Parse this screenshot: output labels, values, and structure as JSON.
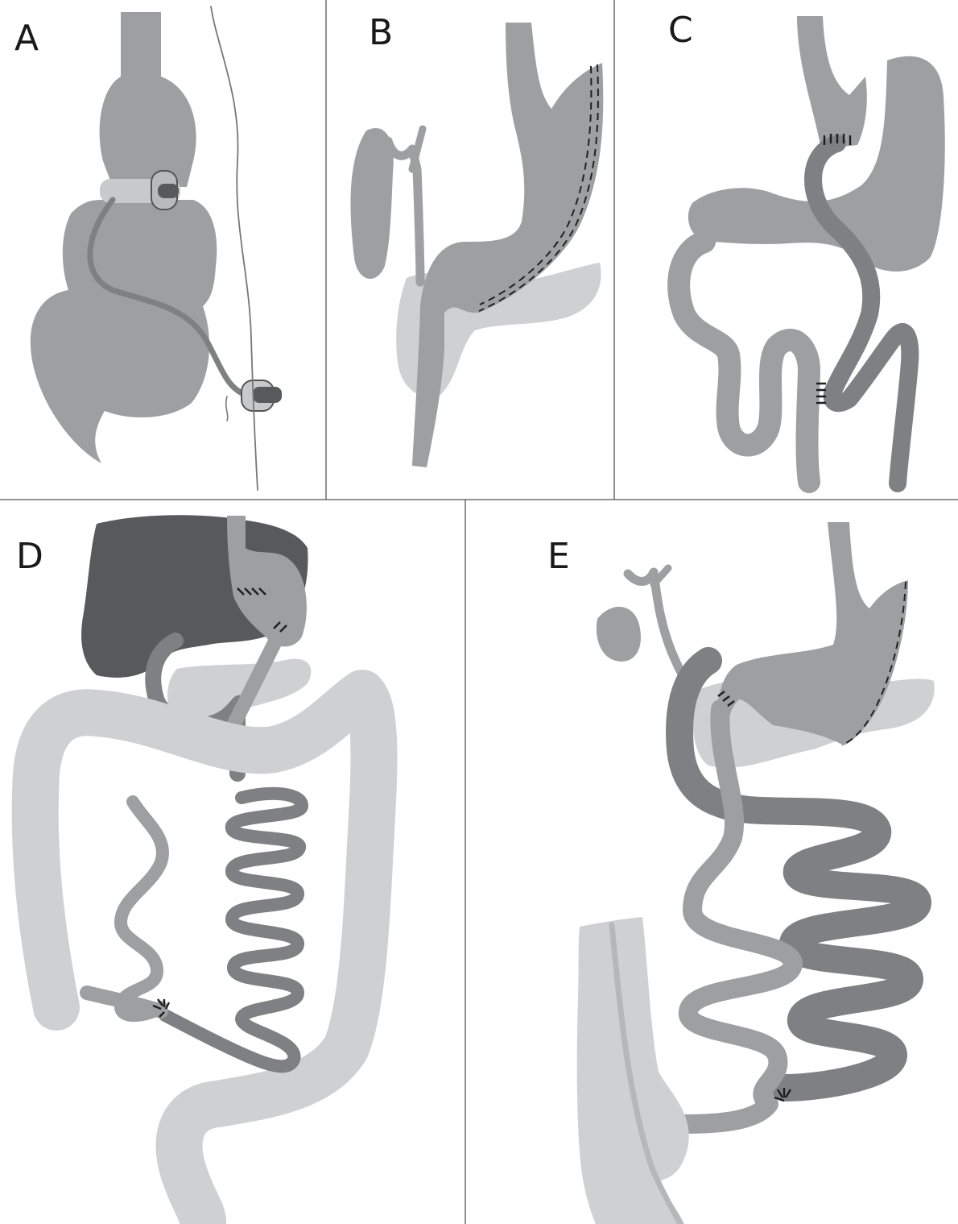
{
  "panels": [
    {
      "id": "A",
      "label": "A"
    },
    {
      "id": "B",
      "label": "B"
    },
    {
      "id": "C",
      "label": "C"
    },
    {
      "id": "D",
      "label": "D"
    },
    {
      "id": "E",
      "label": "E"
    }
  ],
  "colors": {
    "background": "#ffffff",
    "organ_mid": "#9d9fa1",
    "organ_dark": "#7e8083",
    "liver": "#58595b",
    "pancreas_colon": "#cfd0d2",
    "band": "#c8c9cb",
    "line": "#555555"
  }
}
